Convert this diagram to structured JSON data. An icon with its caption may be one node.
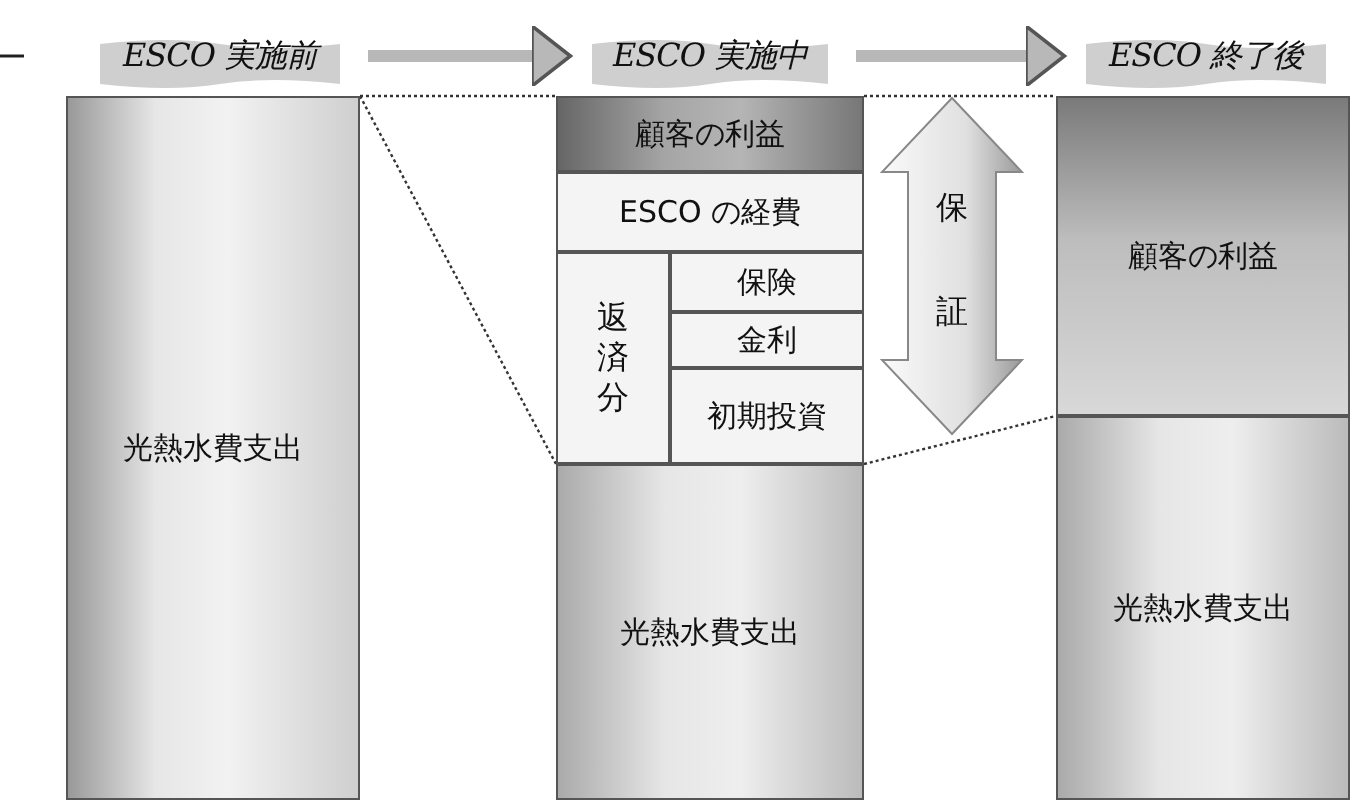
{
  "diagram": {
    "nodes": [
      {
        "text": [
          "ESCO 実施前"
        ]
      },
      {
        "text": [
          "ESCO 実施中"
        ]
      },
      {
        "text": [
          "ESCO 終了後"
        ]
      },
      {
        "text": [
          "光熱水費支出"
        ]
      },
      {
        "text": [
          "顧客の利益"
        ]
      },
      {
        "text": [
          "ESCO の経費"
        ]
      },
      {
        "text": [
          "返済分"
        ]
      },
      {
        "text": [
          "保険"
        ]
      },
      {
        "text": [
          "金利"
        ]
      },
      {
        "text": [
          "初期投資"
        ]
      },
      {
        "text": [
          "光熱水費支出"
        ]
      },
      {
        "text": [
          "保証"
        ]
      },
      {
        "text": [
          "顧客の利益"
        ]
      },
      {
        "text": [
          "光熱水費支出"
        ]
      }
    ],
    "edges": [
      {
        "from": 0,
        "to": 1,
        "arrow": "to",
        "style": "thick",
        "color": "#b8b8b8"
      },
      {
        "from": 1,
        "to": 2,
        "arrow": "to",
        "style": "thick",
        "color": "#b8b8b8"
      },
      {
        "from": 3,
        "to": 4,
        "arrow": "none",
        "style": "dashed"
      },
      {
        "from": 3,
        "to": 6,
        "arrow": "none",
        "style": "dashed"
      },
      {
        "from": 4,
        "to": 12,
        "arrow": "none",
        "style": "dashed"
      },
      {
        "from": 9,
        "to": 12,
        "arrow": "none",
        "style": "dashed"
      }
    ]
  }
}
